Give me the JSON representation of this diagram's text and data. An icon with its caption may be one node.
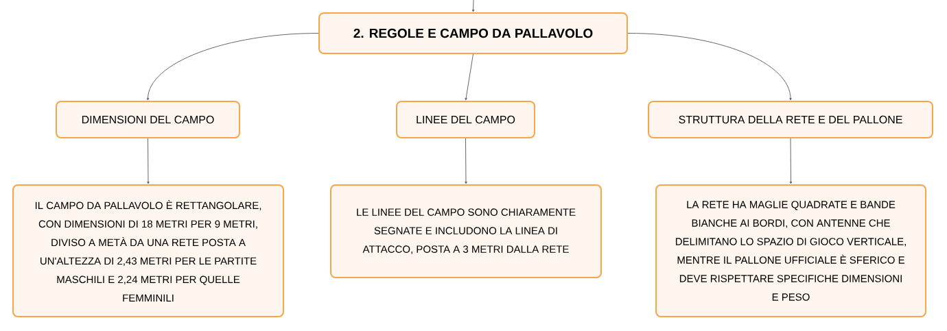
{
  "diagram": {
    "nodes": [
      {
        "text": [
          "2. REGOLE E CAMPO DA PALLAVOLO"
        ]
      },
      {
        "text": [
          "DIMENSIONI DEL CAMPO"
        ]
      },
      {
        "text": [
          "LINEE DEL CAMPO"
        ]
      },
      {
        "text": [
          "STRUTTURA DELLA RETE E DEL PALLONE"
        ]
      },
      {
        "text": [
          "IL CAMPO DA PALLAVOLO È RETTANGOLARE, CON DIMENSIONI DI 18 METRI PER 9 METRI, DIVISO A METÀ DA UNA RETE POSTA A UN'ALTEZZA DI 2,43 METRI PER LE PARTITE MASCHILI E 2,24 METRI PER QUELLE FEMMINILI"
        ]
      },
      {
        "text": [
          "LE LINEE DEL CAMPO SONO CHIARAMENTE SEGNATE E INCLUDONO LA LINEA DI ATTACCO, POSTA A 3 METRI DALLA RETE"
        ]
      },
      {
        "text": [
          "LA RETE HA MAGLIE QUADRATE E BANDE BIANCHE AI BORDI, CON ANTENNE CHE DELIMITANO LO SPAZIO DI GIOCO VERTICALE, MENTRE IL PALLONE UFFICIALE È SFERICO E DEVE RISPETTARE SPECIFICHE DIMENSIONI E PESO"
        ]
      }
    ],
    "edges": [
      {
        "from": null,
        "to": 0,
        "arrow": "to"
      },
      {
        "from": 0,
        "to": 1,
        "arrow": "to"
      },
      {
        "from": 0,
        "to": 2,
        "arrow": "to"
      },
      {
        "from": 0,
        "to": 3,
        "arrow": "to"
      },
      {
        "from": 1,
        "to": 4,
        "arrow": "to"
      },
      {
        "from": 2,
        "to": 5,
        "arrow": "to"
      },
      {
        "from": 3,
        "to": 6,
        "arrow": "to"
      }
    ]
  }
}
